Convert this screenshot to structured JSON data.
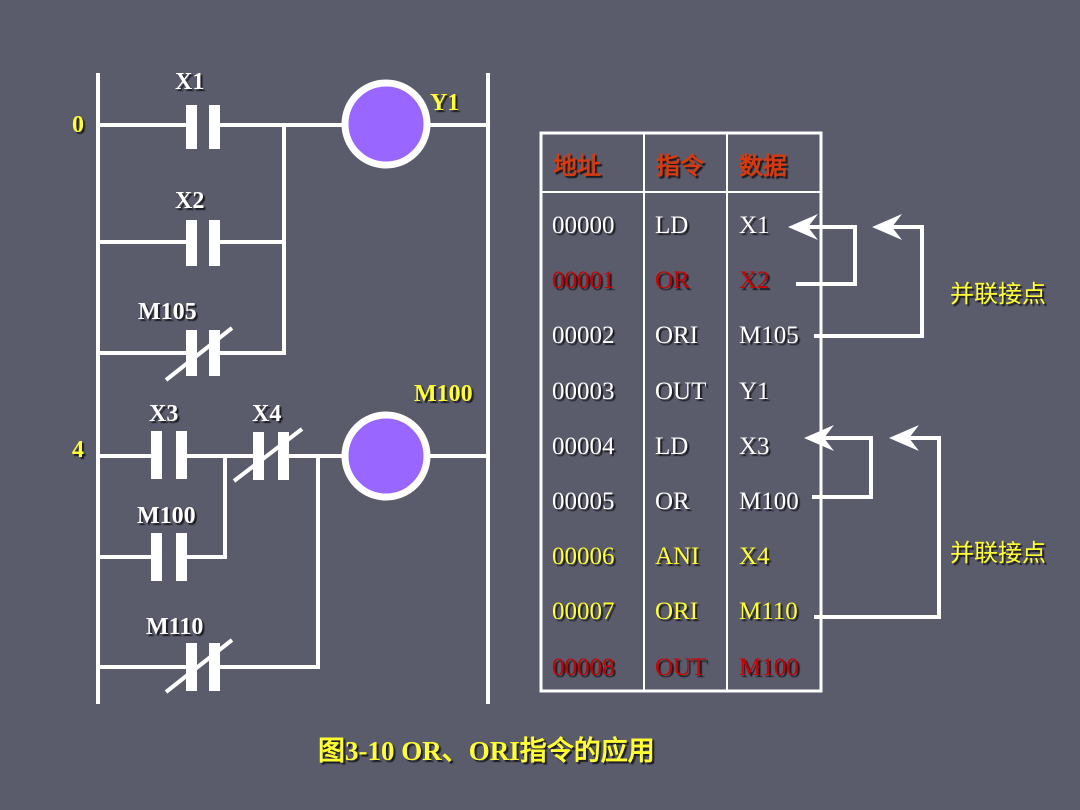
{
  "diagram": {
    "caption": "图3-10   OR、ORI指令的应用",
    "colors": {
      "background": "#5a5b6b",
      "wire": "#ffffff",
      "coil_fill": "#9966ff",
      "label": "#ffffff",
      "highlight_yellow": "#ffff33",
      "highlight_red": "#cc0000",
      "header_red": "#d63a10"
    },
    "ladder": {
      "rungs": [
        {
          "step_label": "0",
          "contacts": [
            {
              "name": "X1",
              "type": "normally-open",
              "branch": "main"
            },
            {
              "name": "X2",
              "type": "normally-open",
              "branch": "parallel"
            },
            {
              "name": "M105",
              "type": "normally-closed",
              "branch": "parallel"
            }
          ],
          "coil": {
            "name": "Y1"
          }
        },
        {
          "step_label": "4",
          "contacts": [
            {
              "name": "X3",
              "type": "normally-open",
              "branch": "main"
            },
            {
              "name": "M100",
              "type": "normally-open",
              "branch": "parallel-to-X3"
            },
            {
              "name": "X4",
              "type": "normally-closed",
              "branch": "series"
            },
            {
              "name": "M110",
              "type": "normally-closed",
              "branch": "parallel-to-block"
            }
          ],
          "coil": {
            "name": "M100"
          }
        }
      ]
    },
    "table": {
      "headers": [
        "地址",
        "指令",
        "数据"
      ],
      "rows": [
        {
          "addr": "00000",
          "instr": "LD",
          "data": "X1",
          "color": "white"
        },
        {
          "addr": "00001",
          "instr": "OR",
          "data": "X2",
          "color": "red"
        },
        {
          "addr": "00002",
          "instr": "ORI",
          "data": "M105",
          "color": "white"
        },
        {
          "addr": "00003",
          "instr": "OUT",
          "data": "Y1",
          "color": "white"
        },
        {
          "addr": "00004",
          "instr": "LD",
          "data": "X3",
          "color": "white"
        },
        {
          "addr": "00005",
          "instr": "OR",
          "data": "M100",
          "color": "white"
        },
        {
          "addr": "00006",
          "instr": "ANI",
          "data": "X4",
          "color": "yellow"
        },
        {
          "addr": "00007",
          "instr": "ORI",
          "data": "M110",
          "color": "yellow"
        },
        {
          "addr": "00008",
          "instr": "OUT",
          "data": "M100",
          "color": "red"
        }
      ]
    },
    "annotations": [
      {
        "text": "并联接点",
        "refers_to_rows": [
          "00001",
          "00002"
        ]
      },
      {
        "text": "并联接点",
        "refers_to_rows": [
          "00005",
          "00007"
        ]
      }
    ]
  }
}
